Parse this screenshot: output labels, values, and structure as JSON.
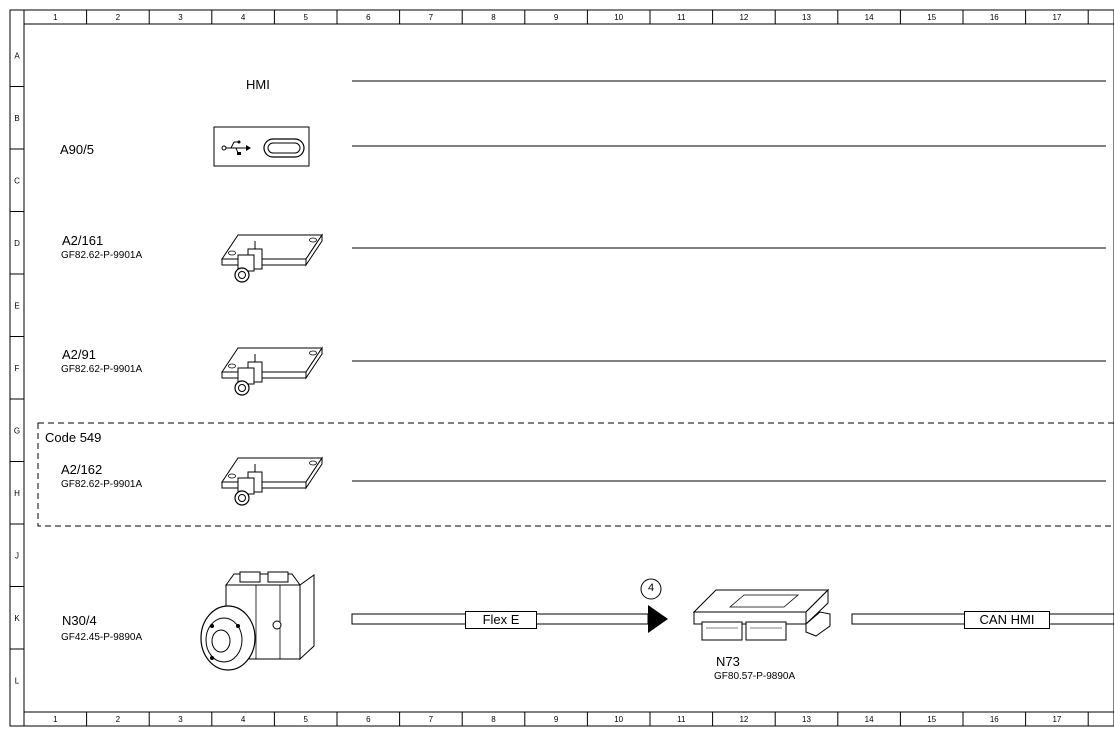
{
  "grid": {
    "columns": [
      "1",
      "2",
      "3",
      "4",
      "5",
      "6",
      "7",
      "8",
      "9",
      "10",
      "11",
      "12",
      "13",
      "14",
      "15",
      "16",
      "17"
    ],
    "rows": [
      "A",
      "B",
      "C",
      "D",
      "E",
      "F",
      "G",
      "H",
      "J",
      "K",
      "L"
    ]
  },
  "header": {
    "hmi_label": "HMI"
  },
  "components": [
    {
      "ref": "A90/5",
      "part": "",
      "icon": "usb-port-icon"
    },
    {
      "ref": "A2/161",
      "part": "GF82.62-P-9901A",
      "icon": "antenna-board-icon"
    },
    {
      "ref": "A2/91",
      "part": "GF82.62-P-9901A",
      "icon": "antenna-board-icon"
    },
    {
      "ref": "A2/162",
      "part": "GF82.62-P-9901A",
      "icon": "antenna-board-icon"
    },
    {
      "ref": "N30/4",
      "part": "GF42.45-P-9890A",
      "icon": "esp-control-unit-icon"
    },
    {
      "ref": "N73",
      "part": "GF80.57-P-9890A",
      "icon": "control-module-icon"
    }
  ],
  "code_group": {
    "label": "Code 549"
  },
  "buses": [
    {
      "label": "Flex E"
    },
    {
      "label": "CAN HMI"
    }
  ],
  "callout": {
    "number": "4"
  },
  "colors": {
    "line": "#000000",
    "background": "#ffffff"
  }
}
